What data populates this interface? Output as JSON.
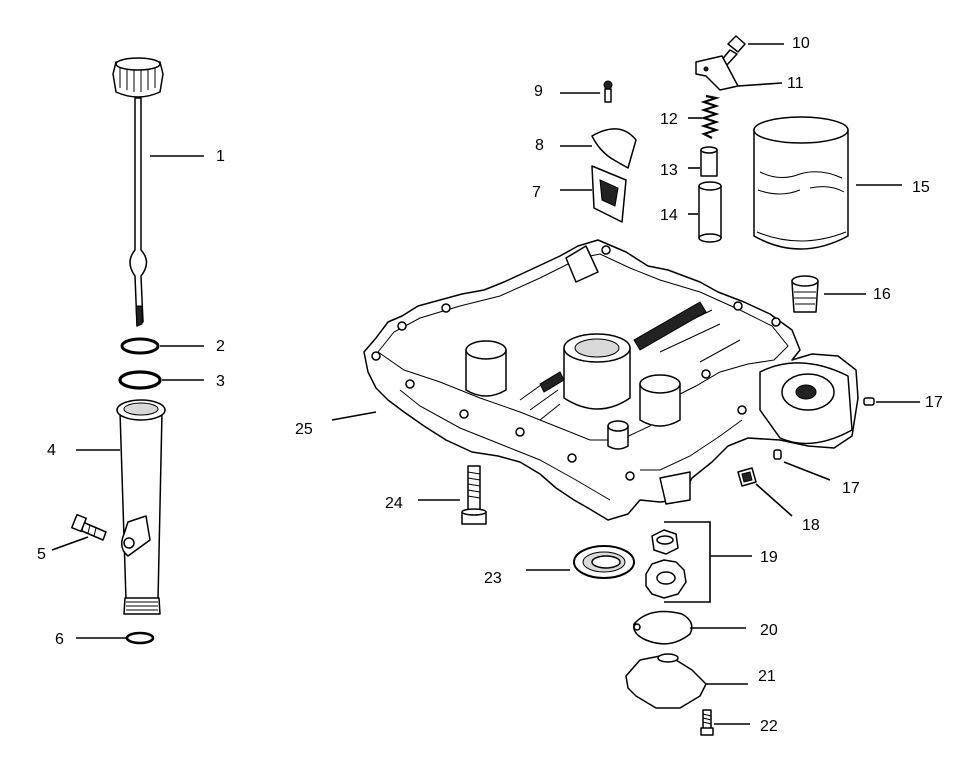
{
  "callouts": {
    "c1": "1",
    "c2": "2",
    "c3": "3",
    "c4": "4",
    "c5": "5",
    "c6": "6",
    "c7": "7",
    "c8": "8",
    "c9": "9",
    "c10": "10",
    "c11": "11",
    "c12": "12",
    "c13": "13",
    "c14": "14",
    "c15": "15",
    "c16": "16",
    "c17a": "17",
    "c17b": "17",
    "c18": "18",
    "c19": "19",
    "c20": "20",
    "c21": "21",
    "c22": "22",
    "c23": "23",
    "c24": "24",
    "c25": "25"
  },
  "colors": {
    "line": "#000000",
    "background": "#ffffff"
  }
}
